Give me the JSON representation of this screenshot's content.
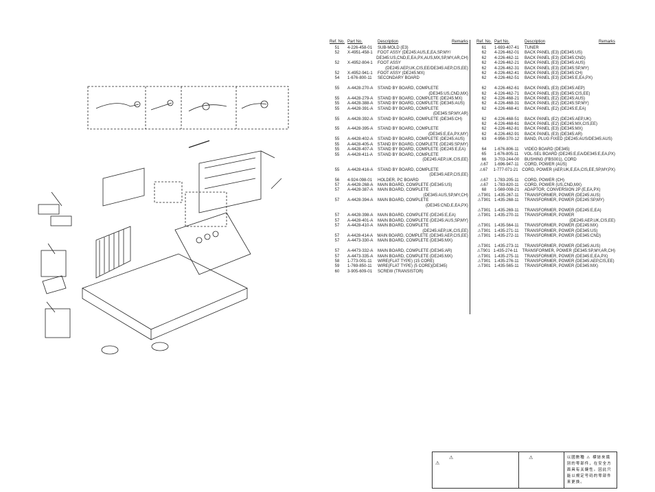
{
  "headers": {
    "ref": "Ref. No.",
    "part": "Part No.",
    "desc": "Description",
    "rem": "Remarks"
  },
  "left_rows": [
    {
      "ref": "51",
      "part": "4-226-458-01",
      "desc": "SUB-MOLD (E3)"
    },
    {
      "ref": "52",
      "part": "X-4951-458-1",
      "desc": "FOOT ASSY (DE245:AUS,E,EA,SP,MY/"
    },
    {
      "cont": "DE345:US,CND,E,EA,PX,AUS,MX,SP,MY,AR,CH)"
    },
    {
      "ref": "52",
      "part": "X-4952-804-1",
      "desc": "FOOT ASSY"
    },
    {
      "cont": "(DE245:AEP,UK,CIS,EE/DE345:AEP,CIS,EE)"
    },
    {
      "ref": "52",
      "part": "X-4952-941-1",
      "desc": "FOOT ASSY (DE245:MX)"
    },
    {
      "ref": "54",
      "part": "1-676-800-11",
      "desc": "SECONDARY BOARD"
    },
    {
      "gap": true
    },
    {
      "ref": "55",
      "part": "A-4428-270-A",
      "desc": "STAND BY BOARD, COMPLETE"
    },
    {
      "cont": "(DE345:US,CND,MX)"
    },
    {
      "ref": "55",
      "part": "A-4428-279-A",
      "desc": "STAND BY BOARD, COMPLETE (DE245:MX)"
    },
    {
      "ref": "55",
      "part": "A-4428-388-A",
      "desc": "STAND BY BOARD, COMPLETE (DE345:AUS)"
    },
    {
      "ref": "55",
      "part": "A-4428-391-A",
      "desc": "STAND BY BOARD, COMPLETE"
    },
    {
      "cont": "(DE345:SP,MY,AR)"
    },
    {
      "ref": "55",
      "part": "A-4428-392-A",
      "desc": "STAND BY BOARD, COMPLETE (DE345:CH)"
    },
    {
      "gap": true
    },
    {
      "ref": "55",
      "part": "A-4428-395-A",
      "desc": "STAND BY BOARD, COMPLETE"
    },
    {
      "cont": "(DE345:E,EA,PX,MY)"
    },
    {
      "ref": "55",
      "part": "A-4428-402-A",
      "desc": "STAND BY BOARD, COMPLETE (DE245:AUS)"
    },
    {
      "ref": "55",
      "part": "A-4428-405-A",
      "desc": "STAND BY BOARD, COMPLETE (DE245:SP,MY)"
    },
    {
      "ref": "55",
      "part": "A-4428-407-A",
      "desc": "STAND BY BOARD, COMPLETE (DE245:E,EA)"
    },
    {
      "ref": "55",
      "part": "A-4428-411-A",
      "desc": "STAND BY BOARD, COMPLETE"
    },
    {
      "cont": "(DE245:AEP,UK,CIS,EE)"
    },
    {
      "gap": true
    },
    {
      "ref": "55",
      "part": "A-4428-416-A",
      "desc": "STAND BY BOARD, COMPLETE"
    },
    {
      "cont": "(DE345:AEP,CIS,EE)"
    },
    {
      "ref": "56",
      "part": "4-924-098-01",
      "desc": "HOLDER, PC BOARD"
    },
    {
      "ref": "57",
      "part": "A-4428-268-A",
      "desc": "MAIN BOARD, COMPLETE (DE345:US)"
    },
    {
      "ref": "57",
      "part": "A-4428-387-A",
      "desc": "MAIN BOARD, COMPLETE"
    },
    {
      "cont": "(DE345:AUS,SP,MY,CH)"
    },
    {
      "ref": "57",
      "part": "A-4428-394-A",
      "desc": "MAIN BOARD, COMPLETE"
    },
    {
      "cont": "(DE345:CND,E,EA,PX)"
    },
    {
      "gap": true
    },
    {
      "ref": "57",
      "part": "A-4428-398-A",
      "desc": "MAIN BOARD, COMPLETE (DE245:E,EA)"
    },
    {
      "ref": "57",
      "part": "A-4428-401-A",
      "desc": "MAIN BOARD, COMPLETE (DE245:AUS,SP,MY)"
    },
    {
      "ref": "57",
      "part": "A-4428-410-A",
      "desc": "MAIN BOARD, COMPLETE"
    },
    {
      "cont": "(DE245:AEP,UK,CIS,EE)"
    },
    {
      "ref": "57",
      "part": "A-4428-414-A",
      "desc": "MAIN BOARD, COMPLETE (DE345:AEP,CIS,EE)"
    },
    {
      "ref": "57",
      "part": "A-4473-330-A",
      "desc": "MAIN BOARD, COMPLETE (DE345:MX)"
    },
    {
      "gap": true
    },
    {
      "ref": "57",
      "part": "A-4473-332-A",
      "desc": "MAIN BOARD, COMPLETE (DE345:AR)"
    },
    {
      "ref": "57",
      "part": "A-4473-335-A",
      "desc": "MAIN BOARD, COMPLETE (DE245:MX)"
    },
    {
      "ref": "58",
      "part": "1-773-001-11",
      "desc": "WIRE(FLAT TYPE) (15 CORE)"
    },
    {
      "ref": "59",
      "part": "1-769-850-11",
      "desc": "WIRE(FLAT TYPE) (5 CORE)(DE345)"
    },
    {
      "ref": "60",
      "part": "3-905-609-01",
      "desc": "SCREW (TRANSISTOR)"
    }
  ],
  "right_rows": [
    {
      "ref": "61",
      "part": "1-693-407-41",
      "desc": "TUNER"
    },
    {
      "ref": "62",
      "part": "4-226-462-01",
      "desc": "BACK PANEL (E3) (DE345:US)"
    },
    {
      "ref": "62",
      "part": "4-226-462-11",
      "desc": "BACK PANEL (E3) (DE345:CND)"
    },
    {
      "ref": "62",
      "part": "4-226-462-21",
      "desc": "BACK PANEL (E3) (DE345:AUS)"
    },
    {
      "ref": "62",
      "part": "4-226-462-31",
      "desc": "BACK PANEL (E3) (DE345:SP,MY)"
    },
    {
      "ref": "62",
      "part": "4-226-462-41",
      "desc": "BACK PANEL (E3) (DE345:CH)"
    },
    {
      "ref": "62",
      "part": "4-226-462-51",
      "desc": "BACK PANEL (E3) (DE345:E,EA,PX)"
    },
    {
      "gap": true
    },
    {
      "ref": "62",
      "part": "4-226-462-61",
      "desc": "BACK PANEL (E3) (DE345:AEP)"
    },
    {
      "ref": "62",
      "part": "4-226-462-71",
      "desc": "BACK PANEL (E3) (DE345:CIS,EE)"
    },
    {
      "ref": "62",
      "part": "4-226-468-21",
      "desc": "BACK PANEL (E2) (DE245:AUS)"
    },
    {
      "ref": "62",
      "part": "4-226-468-31",
      "desc": "BACK PANEL (E2) (DE245:SP,MY)"
    },
    {
      "ref": "62",
      "part": "4-226-468-41",
      "desc": "BACK PANEL (E2) (DE245:E,EA)"
    },
    {
      "gap": true
    },
    {
      "ref": "62",
      "part": "4-226-468-51",
      "desc": "BACK PANEL (E2) (DE245:AEP,UK)"
    },
    {
      "ref": "62",
      "part": "4-226-468-61",
      "desc": "BACK PANEL (E2) (DE245:MX,CIS,EE)"
    },
    {
      "ref": "62",
      "part": "4-226-462-81",
      "desc": "BACK PANEL (E3) (DE345:MX)"
    },
    {
      "ref": "62",
      "part": "4-226-462-91",
      "desc": "BACK PANEL (E3) (DE345:AR)"
    },
    {
      "ref": "63",
      "part": "4-956-370-12",
      "desc": "BAND, PLUG FIXED (DE245:AUS/DE345:AUS)"
    },
    {
      "gap": true
    },
    {
      "ref": "64",
      "part": "1-676-806-11",
      "desc": "VIDEO BOARD (DE345)"
    },
    {
      "ref": "65",
      "part": "1-676-805-11",
      "desc": "VOL-SEL BOARD (DE245:E,EA/DE345:E,EA,PX)"
    },
    {
      "ref": "66",
      "part": "3-703-244-00",
      "desc": "BUSHING (FBS001), CORD"
    },
    {
      "ref": "⚠67",
      "part": "1-696-947-11",
      "desc": "CORD, POWER (AUS)"
    },
    {
      "ref": "⚠67",
      "part": "1-777-071-21",
      "desc": "CORD, POWER (AEP,UK,E,EA,CIS,EE,SP,MY,PX)"
    },
    {
      "gap": true
    },
    {
      "ref": "⚠67",
      "part": "1-783-205-11",
      "desc": "CORD, POWER (CH)"
    },
    {
      "ref": "⚠67",
      "part": "1-783-820-11",
      "desc": "CORD, POWER (US,CND,MX)"
    },
    {
      "ref": "68",
      "part": "1-569-008-21",
      "desc": "ADAPTOR, CONVERSION 2P (E,EA,PX)"
    },
    {
      "ref": "⚠T901",
      "part": "1-435-267-11",
      "desc": "TRANSFORMER, POWER (DE245:AUS)"
    },
    {
      "ref": "⚠T901",
      "part": "1-435-268-11",
      "desc": "TRANSFORMER, POWER (DE245:SP,MY)"
    },
    {
      "gap": true
    },
    {
      "ref": "⚠T901",
      "part": "1-435-269-11",
      "desc": "TRANSFORMER, POWER (DE245:E,EA)"
    },
    {
      "ref": "⚠T901",
      "part": "1-435-270-11",
      "desc": "TRANSFORMER, POWER"
    },
    {
      "cont": "(DE245:AEP,UK,CIS,EE)"
    },
    {
      "ref": "⚠T901",
      "part": "1-435-564-11",
      "desc": "TRANSFORMER, POWER (DE245:MX)"
    },
    {
      "ref": "⚠T901",
      "part": "1-435-271-11",
      "desc": "TRANSFORMER, POWER (DE345:US)"
    },
    {
      "ref": "⚠T901",
      "part": "1-435-272-11",
      "desc": "TRANSFORMER, POWER (DE345:CND)"
    },
    {
      "gap": true
    },
    {
      "ref": "⚠T901",
      "part": "1-435-273-11",
      "desc": "TRANSFORMER, POWER (DE345:AUS)"
    },
    {
      "ref": "⚠T901",
      "part": "1-435-274-11",
      "desc": "TRANSFORMER, POWER (DE345:SP,MY,AR,CH)"
    },
    {
      "ref": "⚠T901",
      "part": "1-435-275-11",
      "desc": "TRANSFORMER, POWER (DE345:E,EA,PX)"
    },
    {
      "ref": "⚠T901",
      "part": "1-435-276-11",
      "desc": "TRANSFORMER, POWER (DE345:AEP,CIS,EE)"
    },
    {
      "ref": "⚠T901",
      "part": "1-435-565-11",
      "desc": "TRANSFORMER, POWER (DE345:MX)"
    }
  ],
  "note": {
    "warn1": "⚠",
    "warn2": "⚠",
    "warn3": "⚠",
    "cjk": "以國數種 ⚠ 標誌來識別的零部件，在安全方面具有关鍵性。因此只能以規定号码的零部件来更换。"
  }
}
